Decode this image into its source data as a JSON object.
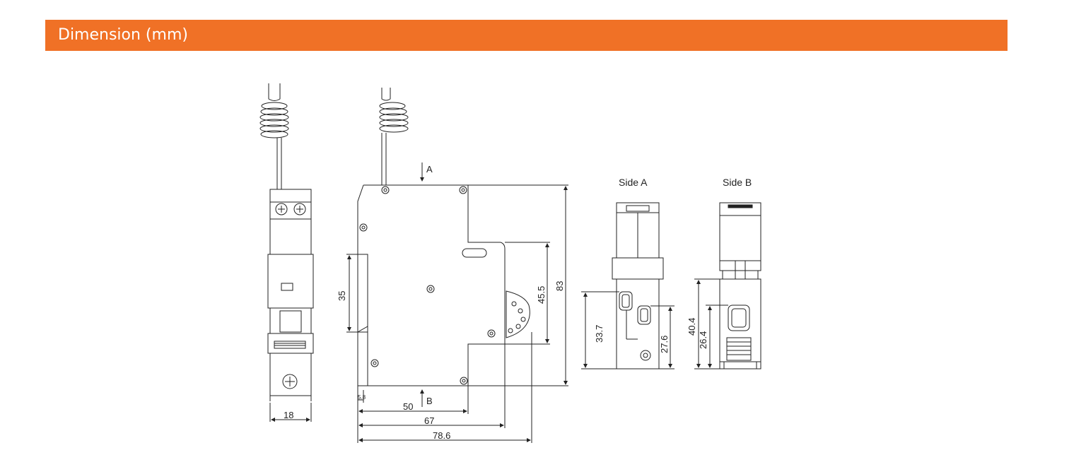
{
  "header": {
    "title": "Dimension (mm)"
  },
  "drawing": {
    "front": {
      "width": "18"
    },
    "side": {
      "width_rear": "50",
      "width_body": "67",
      "width_total": "78.6",
      "rail_offset": "5.8",
      "rail_height": "35",
      "step_height": "45.5",
      "total_height": "83",
      "view_a": "A",
      "view_b": "B"
    },
    "side_a": {
      "title": "Side  A",
      "dim_left": "33.7",
      "dim_right": "27.6"
    },
    "side_b": {
      "title": "Side  B",
      "dim_outer": "40.4",
      "dim_inner": "26.4"
    }
  },
  "colors": {
    "header_bg": "#f07126",
    "header_text": "#ffffff",
    "line": "#222222"
  }
}
